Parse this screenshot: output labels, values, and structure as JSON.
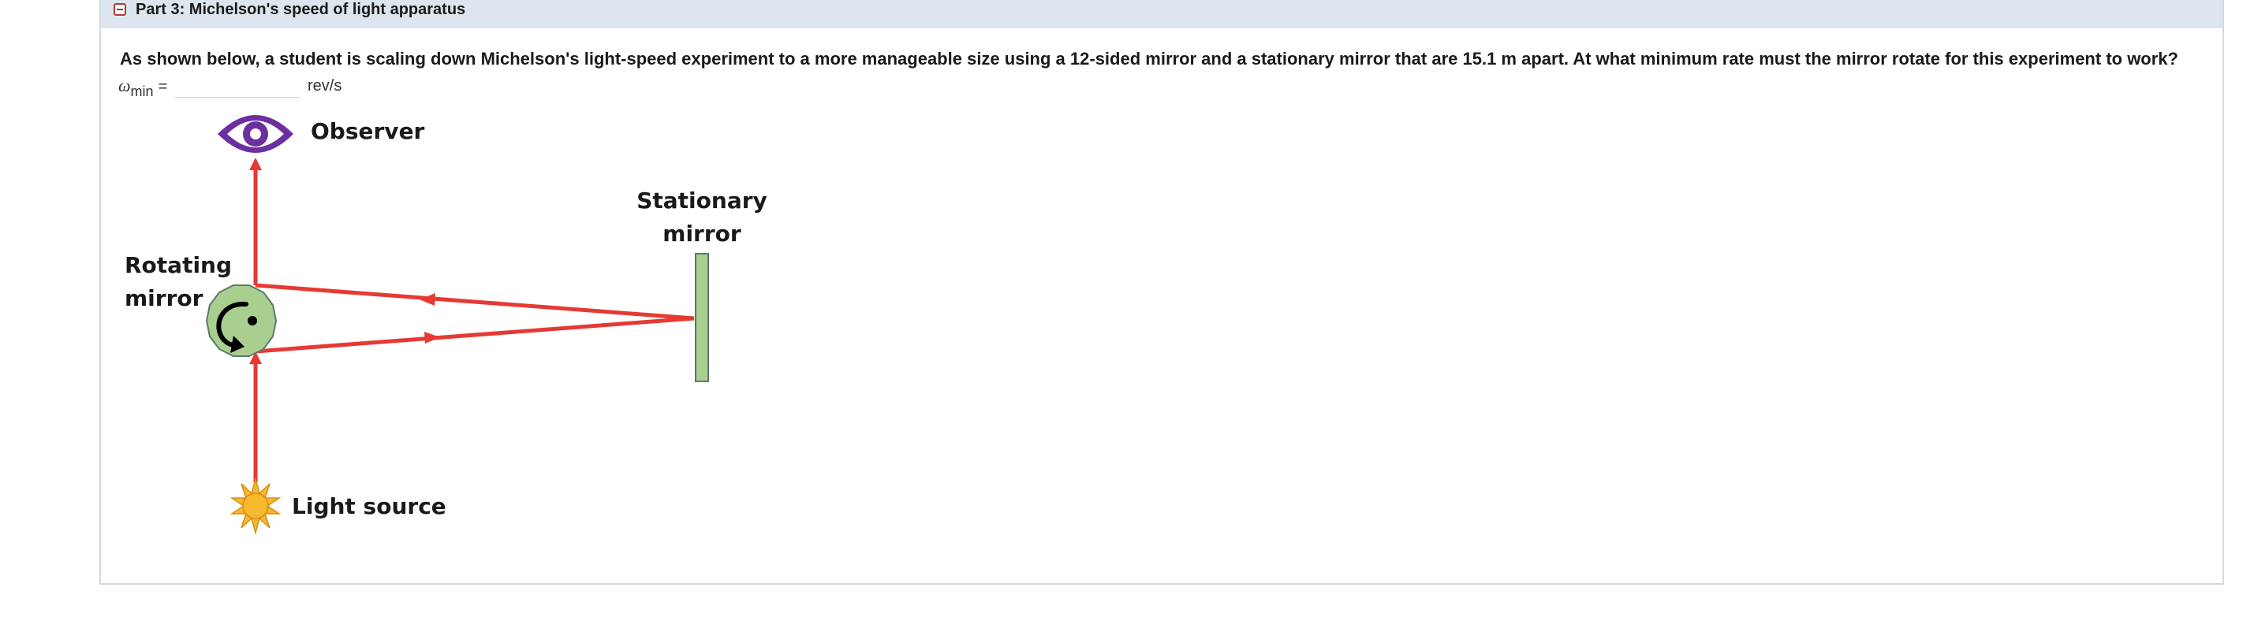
{
  "panel": {
    "title": "Part 3: Michelson's speed of light apparatus"
  },
  "question": {
    "text": "As shown below, a student is scaling down Michelson's light-speed experiment to a more manageable size using a 12-sided mirror and a stationary mirror that are 15.1 m apart. At what minimum rate must the mirror rotate for this experiment to work?"
  },
  "answer": {
    "symbol": "ω",
    "subscript": "min",
    "equals": "=",
    "value": "",
    "unit": "rev/s"
  },
  "diagram": {
    "labels": {
      "observer": "Observer",
      "stationary_line1": "Stationary",
      "stationary_line2": "mirror",
      "rotating_line1": "Rotating",
      "rotating_line2": "mirror",
      "light_source": "Light source"
    },
    "colors": {
      "beam": "#e53a33",
      "mirror_fill": "#a8cf8f",
      "mirror_stroke": "#5a7a6a",
      "observer_eye": "#6b2fa0",
      "sun": "#f5b82e"
    }
  }
}
